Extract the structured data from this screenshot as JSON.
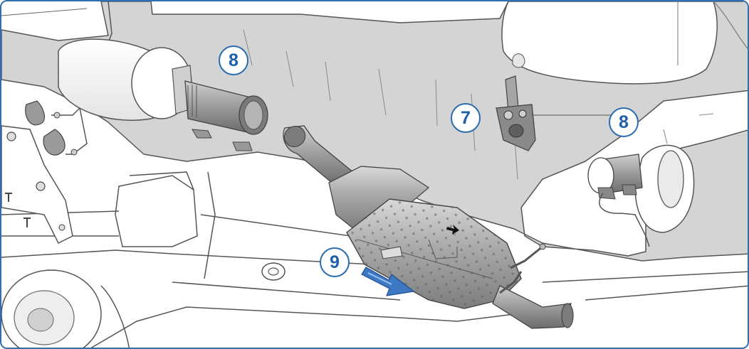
{
  "callouts": {
    "c8_left": "8",
    "c7": "7",
    "c8_right": "8",
    "c9": "9"
  },
  "colors": {
    "frame_border": "#2d6fb0",
    "callout_text": "#1f5fa6",
    "arrow_fill": "#3d78c4",
    "underbody_fill": "#d6d6d6",
    "component_fill": "#b4b4b4"
  },
  "icons": [
    "direction-arrow-icon",
    "flow-arrow-icon"
  ]
}
